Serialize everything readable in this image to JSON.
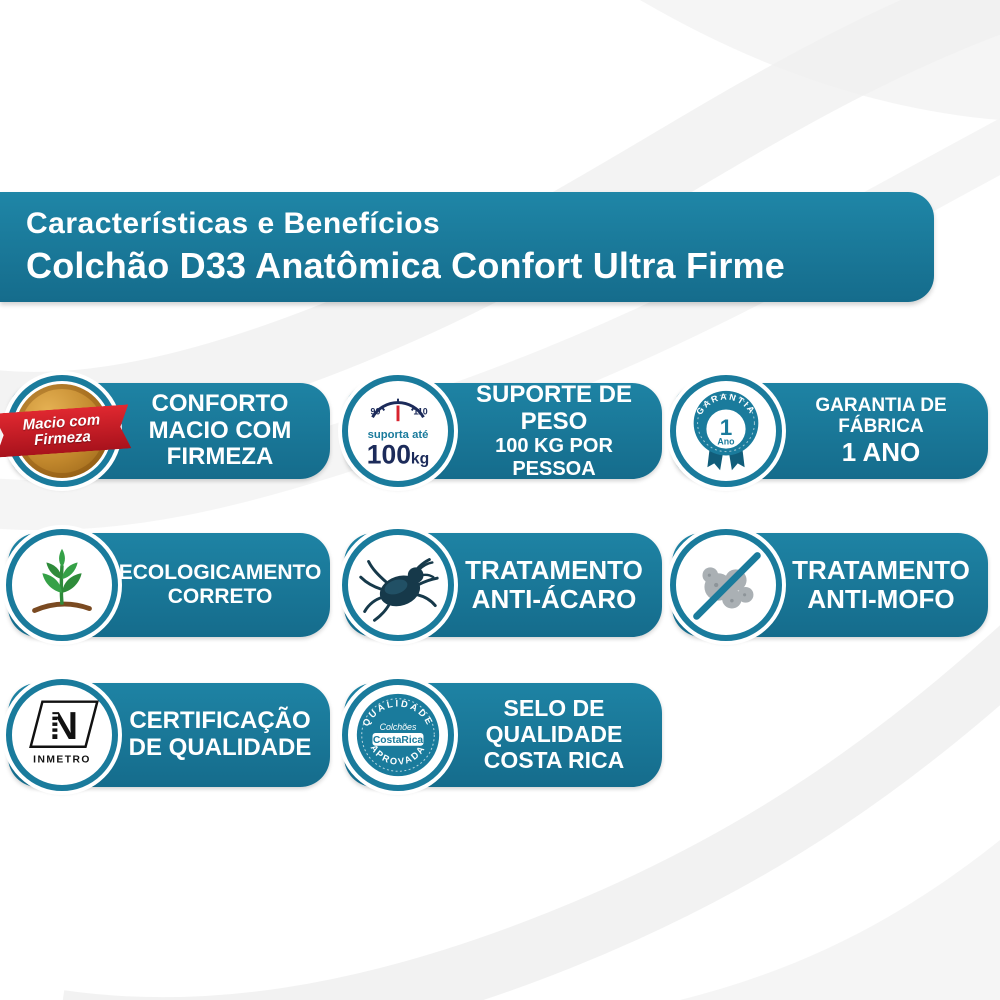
{
  "header": {
    "line1": "Características e Benefícios",
    "line2": "Colchão D33 Anatômica Confort Ultra Firme"
  },
  "colors": {
    "teal": "#1a7b9c",
    "teal_dark": "#156c8c",
    "gold": "#c1872c",
    "ribbon_red": "#c8202a",
    "navy": "#1c2b5a",
    "plant_green": "#35a147",
    "soil_brown": "#7a4a21",
    "mold_gray": "#aab0b4",
    "inmetro_black": "#111111",
    "text_white": "#ffffff"
  },
  "icons": {
    "conforto": "gold-medal-ribbon-icon",
    "peso": "weight-scale-icon",
    "garantia": "warranty-medal-icon",
    "eco": "plant-icon",
    "acaro": "dust-mite-icon",
    "mofo": "mold-prohibited-icon",
    "inmetro": "inmetro-certification-icon",
    "costarica": "costa-rica-quality-seal-icon"
  },
  "badges": {
    "conforto": {
      "ribbon_line1": "Macio com",
      "ribbon_line2": "Firmeza"
    },
    "peso": {
      "dial_left": "90",
      "dial_right": "110",
      "label": "suporta até",
      "value": "100",
      "unit": "kg"
    },
    "garantia": {
      "arc": "GARANTIA",
      "number": "1",
      "unit": "Ano"
    },
    "inmetro": {
      "letter": "N",
      "label": "INMETRO"
    },
    "costarica": {
      "arc_top": "QUALIDADE",
      "center_line1": "Colchões",
      "center_line2": "CostaRica",
      "arc_bottom": "APROVADA"
    }
  },
  "features": [
    {
      "lines": [
        "CONFORTO",
        "MACIO COM",
        "FIRMEZA"
      ]
    },
    {
      "lines": [
        "SUPORTE DE PESO",
        "100 KG POR PESSOA"
      ]
    },
    {
      "lines": [
        "GARANTIA DE FÁBRICA",
        "1 ANO"
      ]
    },
    {
      "lines": [
        "ECOLOGICAMENTO",
        "CORRETO"
      ]
    },
    {
      "lines": [
        "TRATAMENTO",
        "ANTI-ÁCARO"
      ]
    },
    {
      "lines": [
        "TRATAMENTO",
        "ANTI-MOFO"
      ]
    },
    {
      "lines": [
        "CERTIFICAÇÃO",
        "DE QUALIDADE"
      ]
    },
    {
      "lines": [
        "SELO DE",
        "QUALIDADE",
        "COSTA RICA"
      ]
    }
  ]
}
